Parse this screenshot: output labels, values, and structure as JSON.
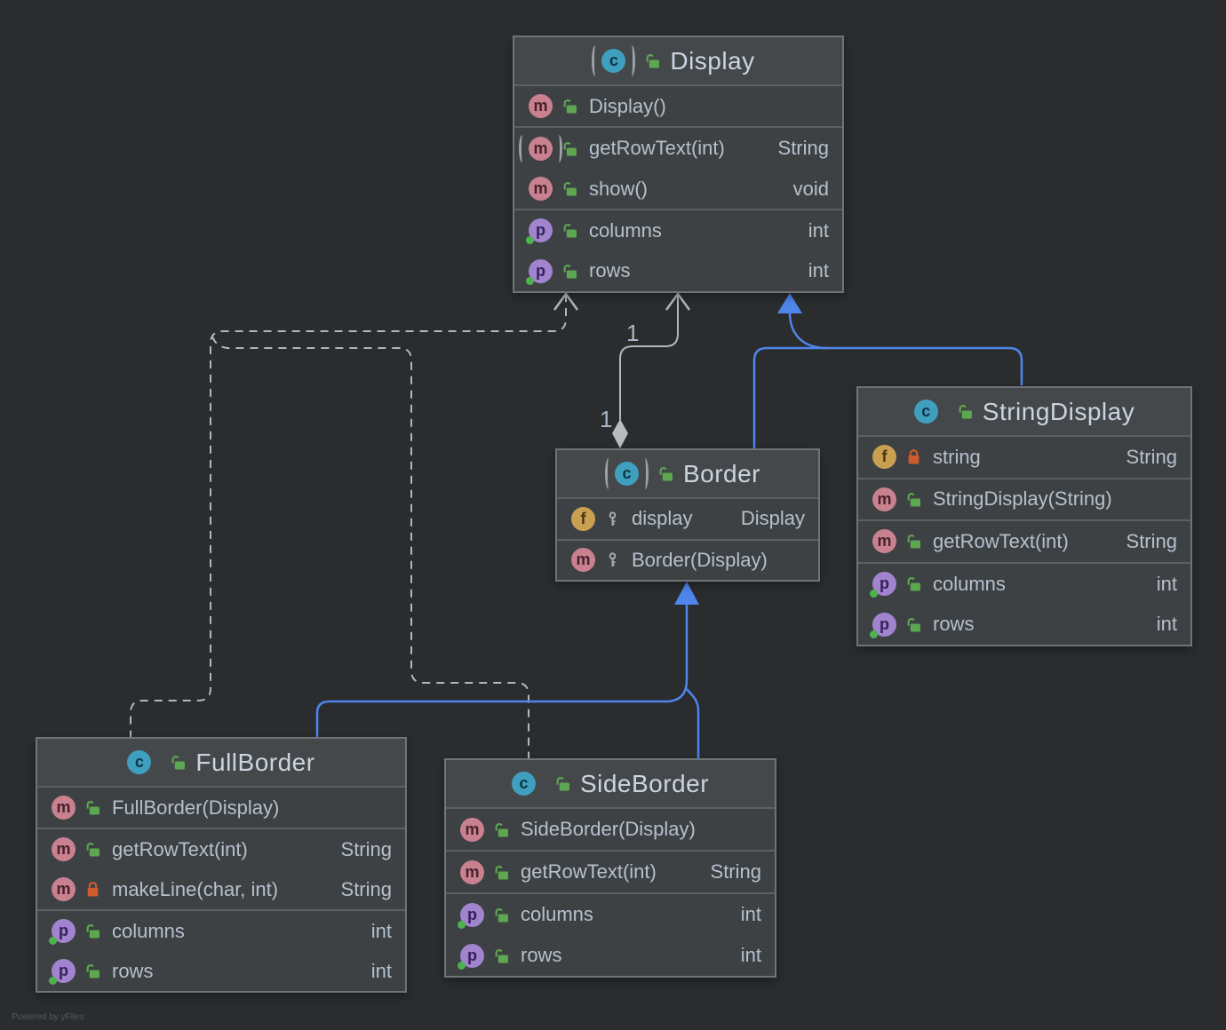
{
  "canvas": {
    "watermark": "Powered by yFiles"
  },
  "colors": {
    "canvas-bg": "#2a2c2e",
    "node-bg": "#3d4144",
    "node-header-bg": "#45484b",
    "node-border": "#6f7477",
    "section-line": "#5c6063",
    "text": "#b6c1cc",
    "title-text": "#cbd5df",
    "edge-gray": "#b2b7ba",
    "edge-blue": "#4e86ec",
    "label-text": "#a9b7c6",
    "badge-method": "#c9808f",
    "badge-field": "#c9a052",
    "badge-property": "#a184cd",
    "badge-class": "#3f9fbe",
    "lock-green": "#5da750",
    "lock-orange": "#cf5d2c",
    "key-gray": "#a6b0b8",
    "dot-green": "#4db34d",
    "watermark": "#55595c"
  },
  "classes": [
    {
      "name": "Display",
      "icon": "c",
      "abstract": true,
      "rows": [
        {
          "kind": "m",
          "visibility": "public",
          "abstract": false,
          "name": "Display()",
          "type": ""
        },
        {
          "kind": "m",
          "visibility": "public",
          "abstract": true,
          "name": "getRowText(int)",
          "type": "String"
        },
        {
          "kind": "m",
          "visibility": "public",
          "abstract": false,
          "name": "show()",
          "type": "void"
        },
        {
          "kind": "p",
          "visibility": "public",
          "abstract": false,
          "name": "columns",
          "type": "int"
        },
        {
          "kind": "p",
          "visibility": "public",
          "abstract": false,
          "name": "rows",
          "type": "int"
        }
      ]
    },
    {
      "name": "StringDisplay",
      "icon": "c",
      "abstract": false,
      "rows": [
        {
          "kind": "f",
          "visibility": "private",
          "abstract": false,
          "name": "string",
          "type": "String"
        },
        {
          "kind": "m",
          "visibility": "public",
          "abstract": false,
          "name": "StringDisplay(String)",
          "type": ""
        },
        {
          "kind": "m",
          "visibility": "public",
          "abstract": false,
          "name": "getRowText(int)",
          "type": "String"
        },
        {
          "kind": "p",
          "visibility": "public",
          "abstract": false,
          "name": "columns",
          "type": "int"
        },
        {
          "kind": "p",
          "visibility": "public",
          "abstract": false,
          "name": "rows",
          "type": "int"
        }
      ]
    },
    {
      "name": "Border",
      "icon": "c",
      "abstract": true,
      "rows": [
        {
          "kind": "f",
          "visibility": "protected",
          "abstract": false,
          "name": "display",
          "type": "Display"
        },
        {
          "kind": "m",
          "visibility": "protected",
          "abstract": false,
          "name": "Border(Display)",
          "type": ""
        }
      ]
    },
    {
      "name": "FullBorder",
      "icon": "c",
      "abstract": false,
      "rows": [
        {
          "kind": "m",
          "visibility": "public",
          "abstract": false,
          "name": "FullBorder(Display)",
          "type": ""
        },
        {
          "kind": "m",
          "visibility": "public",
          "abstract": false,
          "name": "getRowText(int)",
          "type": "String"
        },
        {
          "kind": "m",
          "visibility": "private",
          "abstract": false,
          "name": "makeLine(char, int)",
          "type": "String"
        },
        {
          "kind": "p",
          "visibility": "public",
          "abstract": false,
          "name": "columns",
          "type": "int"
        },
        {
          "kind": "p",
          "visibility": "public",
          "abstract": false,
          "name": "rows",
          "type": "int"
        }
      ]
    },
    {
      "name": "SideBorder",
      "icon": "c",
      "abstract": false,
      "rows": [
        {
          "kind": "m",
          "visibility": "public",
          "abstract": false,
          "name": "SideBorder(Display)",
          "type": ""
        },
        {
          "kind": "m",
          "visibility": "public",
          "abstract": false,
          "name": "getRowText(int)",
          "type": "String"
        },
        {
          "kind": "p",
          "visibility": "public",
          "abstract": false,
          "name": "columns",
          "type": "int"
        },
        {
          "kind": "p",
          "visibility": "public",
          "abstract": false,
          "name": "rows",
          "type": "int"
        }
      ]
    }
  ],
  "edges": {
    "aggregation": {
      "from": "Border",
      "to": "Display",
      "source_label": "1",
      "target_label": "1"
    },
    "inheritance_to_display": {
      "from": [
        "Border",
        "StringDisplay"
      ],
      "to": "Display"
    },
    "inheritance_to_border": {
      "from": [
        "FullBorder",
        "SideBorder"
      ],
      "to": "Border"
    },
    "dependency_to_display": {
      "from": [
        "FullBorder",
        "SideBorder"
      ],
      "to": "Display"
    }
  }
}
